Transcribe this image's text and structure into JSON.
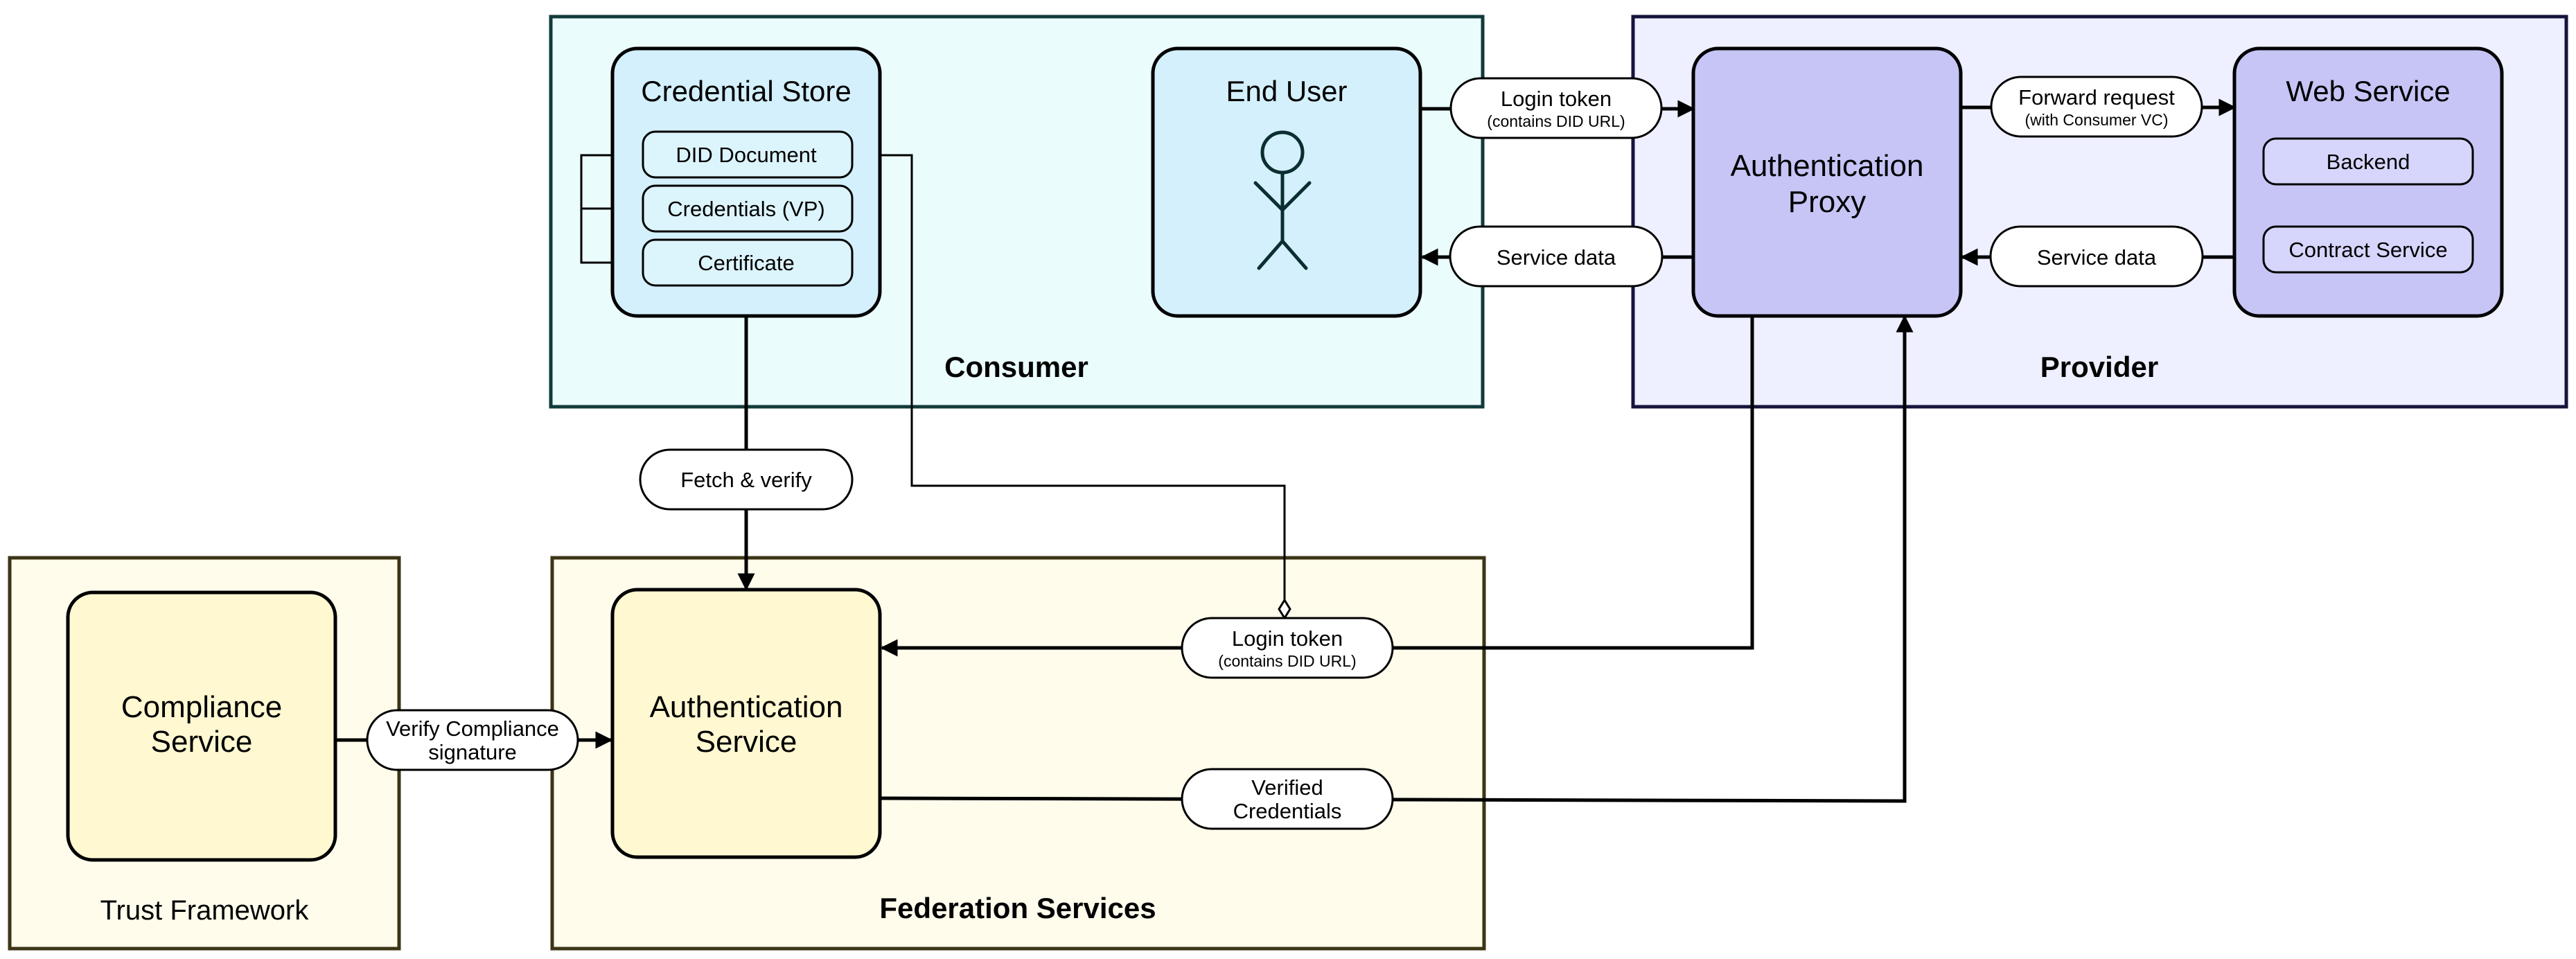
{
  "groups": {
    "consumer": "Consumer",
    "provider": "Provider",
    "federation": "Federation Services",
    "trust": "Trust Framework"
  },
  "credential_store": {
    "title": "Credential Store",
    "items": [
      "DID Document",
      "Credentials (VP)",
      "Certificate"
    ]
  },
  "end_user": {
    "title": "End User",
    "icon": "stick-figure-icon"
  },
  "auth_proxy": {
    "title_line1": "Authentication",
    "title_line2": "Proxy"
  },
  "web_service": {
    "title": "Web Service",
    "items": [
      "Backend",
      "Contract Service"
    ]
  },
  "auth_service": {
    "title_line1": "Authentication",
    "title_line2": "Service"
  },
  "compliance_service": {
    "title_line1": "Compliance",
    "title_line2": "Service"
  },
  "edge_labels": {
    "login_token_top": {
      "main": "Login token",
      "sub": "(contains DID URL)"
    },
    "service_data_left": "Service data",
    "forward_request": {
      "main": "Forward request",
      "sub": "(with Consumer VC)"
    },
    "service_data_right": "Service data",
    "fetch_verify": "Fetch & verify",
    "login_token_bottom": {
      "main": "Login token",
      "sub": "(contains DID URL)"
    },
    "verified_credentials": {
      "line1": "Verified",
      "line2": "Credentials"
    },
    "verify_compliance": {
      "line1": "Verify Compliance",
      "line2": "signature"
    }
  },
  "colors": {
    "consumer_bg": "#ebfcfd",
    "provider_bg": "#eeefff",
    "federation_bg": "#fffcec",
    "box_blue": "#d3f0fc",
    "box_purple": "#c6c5f6",
    "box_yellow": "#fff8d1",
    "item_blue": "#dcf4fc",
    "item_purple": "#d6d5fb"
  }
}
